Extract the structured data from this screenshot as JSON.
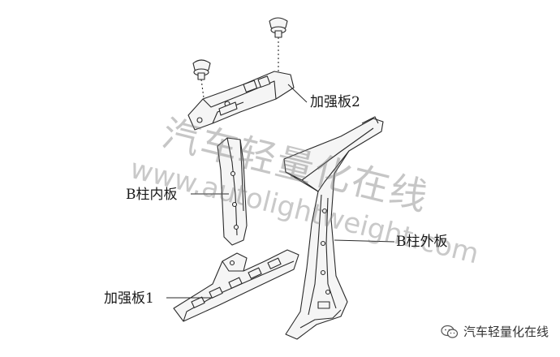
{
  "labels": {
    "reinforcement_2": "加强板2",
    "b_pillar_inner": "B柱内板",
    "b_pillar_outer": "B柱外板",
    "reinforcement_1": "加强板1"
  },
  "watermark": {
    "chinese": "汽车轻量化在线",
    "url": "www.autolightweight.com"
  },
  "footer": {
    "icon": "wechat-icon",
    "text": "汽车轻量化在线"
  },
  "colors": {
    "line": "#2a2a2a",
    "fill": "#f4f4f4",
    "watermark": "#8a8a8a"
  }
}
